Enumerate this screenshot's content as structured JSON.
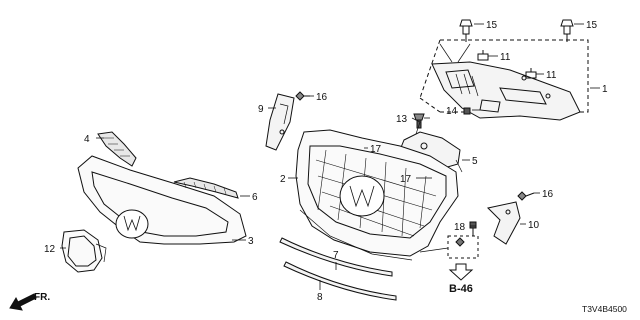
{
  "diagram": {
    "callouts": {
      "c1": "1",
      "c2": "2",
      "c3": "3",
      "c4": "4",
      "c5": "5",
      "c6": "6",
      "c7": "7",
      "c8": "8",
      "c9": "9",
      "c10": "10",
      "c11a": "11",
      "c11b": "11",
      "c12": "12",
      "c13": "13",
      "c14": "14",
      "c15a": "15",
      "c15b": "15",
      "c16a": "16",
      "c16b": "16",
      "c17a": "17",
      "c17b": "17",
      "c18": "18"
    },
    "reference": "B-46",
    "direction_label": "FR.",
    "diagram_code": "T3V4B4500"
  }
}
